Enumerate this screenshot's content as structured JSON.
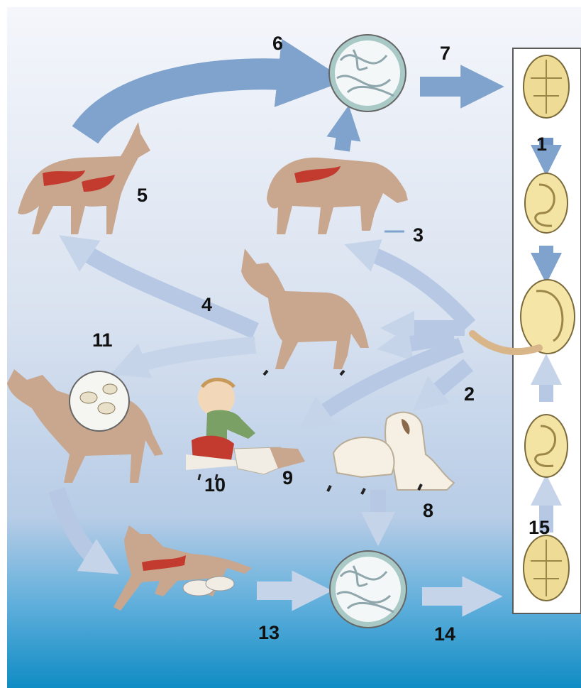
{
  "numbers": {
    "n1": "1",
    "n2": "2",
    "n3": "3",
    "n4": "4",
    "n5": "5",
    "n6": "6",
    "n7": "7",
    "n8": "8",
    "n9": "9",
    "n10": "10",
    "n11": "11",
    "n13": "13",
    "n14": "14",
    "n15": "15"
  },
  "colors": {
    "bg_top": "#f4f6fb",
    "bg_mid": "#c7d3e8",
    "bg_bottom": "#0f8cc4",
    "arrow_blue": "#7fa3cc",
    "arrow_pale": "#c6d4ea",
    "animal_tan": "#c9a68e",
    "worm_red": "#c23b2e",
    "egg_yellow": "#eedc96"
  },
  "icons": [
    "dog-icon",
    "puppy-icon",
    "child-icon",
    "egg-icon",
    "larva-egg-icon",
    "intestine-icon",
    "worm-icon"
  ]
}
